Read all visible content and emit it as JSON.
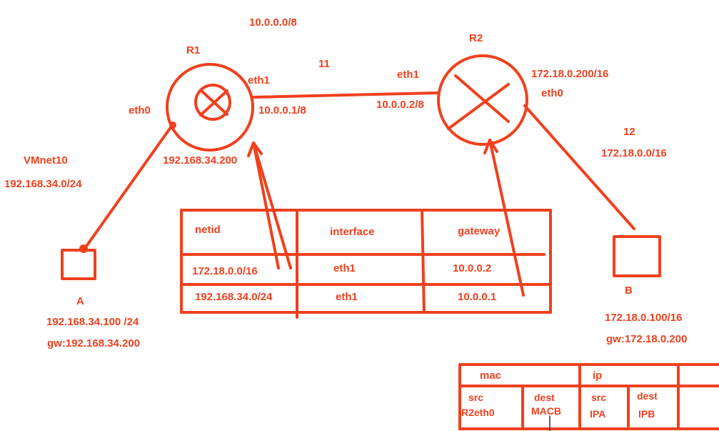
{
  "colors": {
    "ink": "#f0401e"
  },
  "networks": {
    "net_r1_r2": "10.0.0.0/8",
    "link_r1_r2_id": "11",
    "link_r2_b_id": "12",
    "net_r2_b": "172.18.0.0/16",
    "vmnet_name": "VMnet10",
    "vmnet_cidr": "192.168.34.0/24"
  },
  "routers": {
    "r1": {
      "name": "R1",
      "eth0_label": "eth0",
      "eth0_ip": "192.168.34.200",
      "eth1_label": "eth1",
      "eth1_ip": "10.0.0.1/8",
      "icon": "crossed-circle-router-icon"
    },
    "r2": {
      "name": "R2",
      "eth1_label": "eth1",
      "eth1_ip": "10.0.0.2/8",
      "eth0_label": "eth0",
      "eth0_ip": "172.18.0.200/16",
      "icon": "x-router-icon"
    }
  },
  "hosts": {
    "a": {
      "name": "A",
      "ip": "192.168.34.100 /24",
      "gw": "gw:192.168.34.200"
    },
    "b": {
      "name": "B",
      "ip": "172.18.0.100/16",
      "gw": "gw:172.18.0.200"
    }
  },
  "route_table": {
    "headers": [
      "netid",
      "interface",
      "gateway"
    ],
    "rows": [
      [
        "172.18.0.0/16",
        "eth1",
        "10.0.0.2"
      ],
      [
        "192.168.34.0/24",
        "eth1",
        "10.0.0.1"
      ]
    ]
  },
  "packet": {
    "group_mac": "mac",
    "group_ip": "ip",
    "mac_src_label": "src",
    "mac_src_value": "R2eth0",
    "mac_dest_label": "dest",
    "mac_dest_value": "MACB",
    "ip_src_label": "src",
    "ip_src_value": "IPA",
    "ip_dest_label": "dest",
    "ip_dest_value": "IPB"
  }
}
